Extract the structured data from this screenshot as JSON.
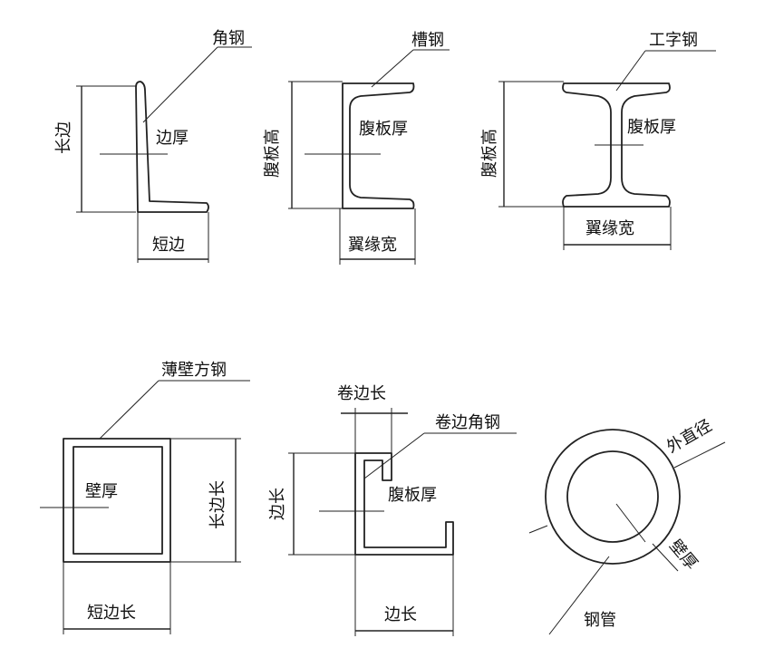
{
  "labels": {
    "angle_steel": "角钢",
    "angle_long_side": "长边",
    "angle_thickness": "边厚",
    "angle_short_side": "短边",
    "channel_steel": "槽钢",
    "channel_web_height": "腹板高",
    "channel_web_thickness": "腹板厚",
    "channel_flange_width": "翼缘宽",
    "i_beam": "工字钢",
    "i_web_height": "腹板高",
    "i_web_thickness": "腹板厚",
    "i_flange_width": "翼缘宽",
    "square_tube": "薄壁方钢",
    "square_wall_thickness": "壁厚",
    "square_long_side": "长边长",
    "square_short_side": "短边长",
    "lip_length": "卷边长",
    "lipped_angle": "卷边角钢",
    "lipped_side_length": "边长",
    "lipped_web_thickness": "腹板厚",
    "lipped_bottom_length": "边长",
    "pipe_outer_diameter": "外直径",
    "pipe_wall_thickness": "壁厚",
    "pipe": "钢管"
  }
}
